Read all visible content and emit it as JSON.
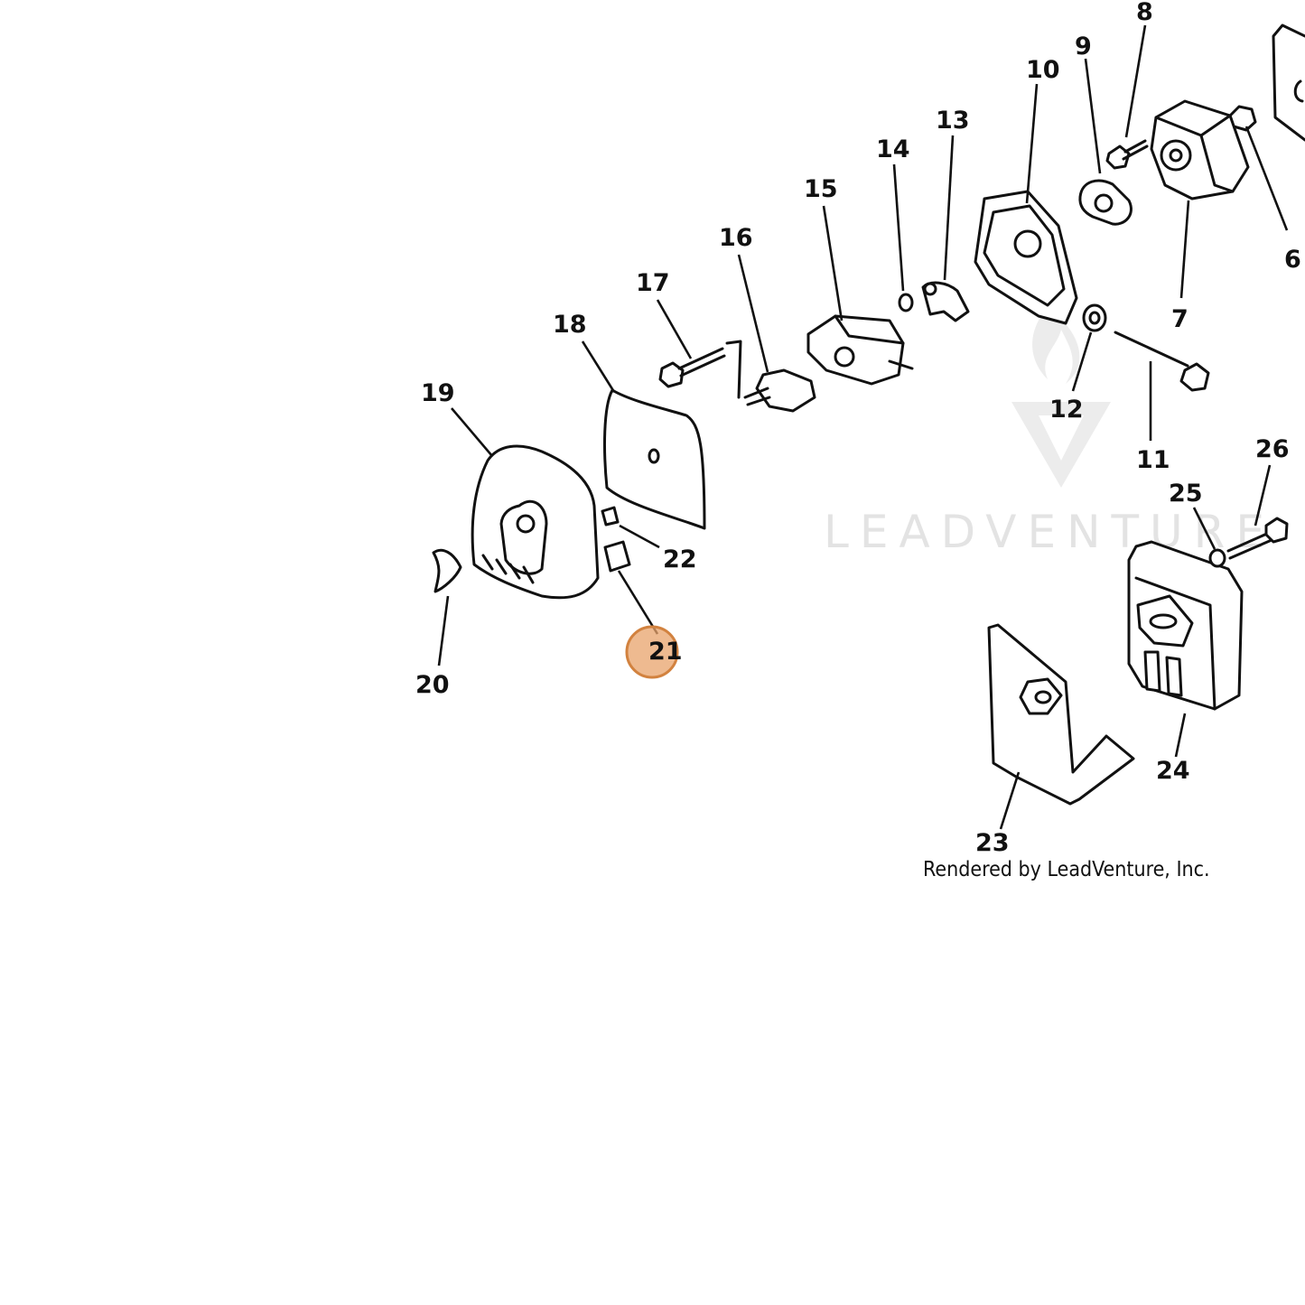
{
  "diagram": {
    "callouts": [
      "6",
      "7",
      "8",
      "9",
      "10",
      "11",
      "12",
      "13",
      "14",
      "15",
      "16",
      "17",
      "18",
      "19",
      "20",
      "21",
      "22",
      "23",
      "24",
      "25",
      "26"
    ],
    "highlighted_callout": "21",
    "watermark_text": "LEADVENTURE",
    "credit_text": "Rendered by LeadVenture, Inc.",
    "highlight_color": "#e8a36b"
  }
}
